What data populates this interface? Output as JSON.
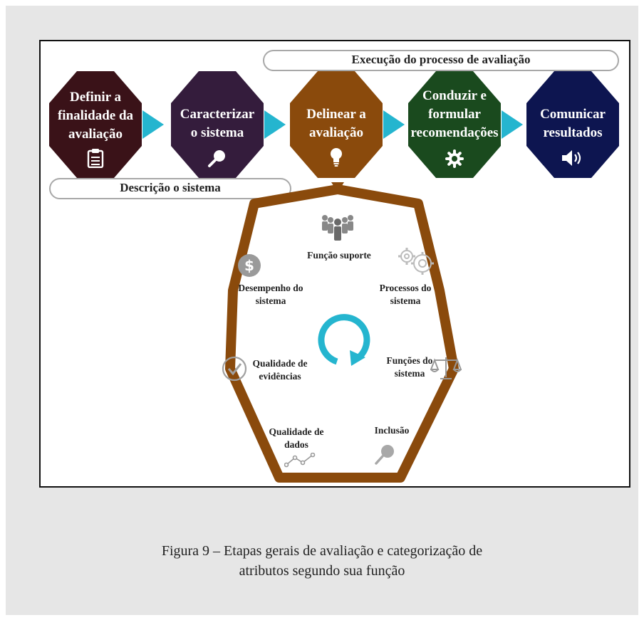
{
  "pills": {
    "execucao": "Execução do processo de avaliação",
    "descricao": "Descrição o sistema"
  },
  "steps": [
    {
      "label": "Definir a\nfinalidade  da\navaliação",
      "color": "#3a1218",
      "icon": "clipboard-icon"
    },
    {
      "label": "Caracterizar\no sistema",
      "color": "#341c3c",
      "icon": "magnifier-icon"
    },
    {
      "label": "Delinear a\navaliação",
      "color": "#8a4a0c",
      "icon": "lightbulb-icon"
    },
    {
      "label": "Conduzir e\nformular\nrecomendações",
      "color": "#1a4a1e",
      "icon": "gear-icon"
    },
    {
      "label": "Comunicar\nresultados",
      "color": "#0d1550",
      "icon": "speaker-icon"
    }
  ],
  "attributes": {
    "funcao_suporte": "Função suporte",
    "desempenho": "Desempenho do\nsistema",
    "processos": "Processos do\nsistema",
    "qualidade_evidencias": "Qualidade de\nevidências",
    "funcoes": "Funções do\nsistema",
    "qualidade_dados": "Qualidade de\ndados",
    "inclusao": "Inclusão"
  },
  "icons": [
    "people-icon",
    "dollar-icon",
    "gears-icon",
    "cycle-icon",
    "check-icon",
    "scales-icon",
    "line-chart-icon",
    "search-icon"
  ],
  "colors": {
    "arrow": "#25b5cf",
    "heptagon": "#8a4a0c"
  },
  "caption": "Figura 9 – Etapas gerais de avaliação e categorização de\natributos segundo sua função"
}
